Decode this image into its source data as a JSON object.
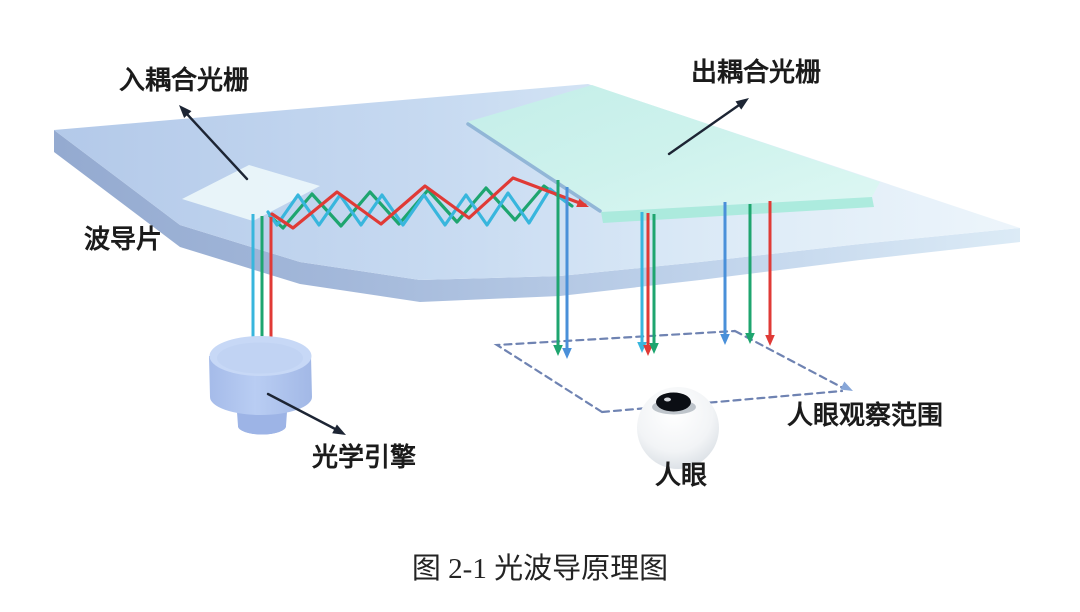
{
  "diagram": {
    "caption": "图 2-1 光波导原理图",
    "labels": {
      "input_grating": "入耦合光栅",
      "output_grating": "出耦合光栅",
      "waveguide": "波导片",
      "optical_engine": "光学引擎",
      "eye_box": "人眼观察范围",
      "eye": "人眼"
    },
    "colors": {
      "ray_red": "#e03a36",
      "ray_green": "#1ea56f",
      "ray_cyan": "#38b6dd",
      "ray_blue": "#4a90d9",
      "slab_top": "#b8cdeb",
      "slab_side": "#9cb2d6",
      "grating_fill": "#c9f1ea",
      "grating_edge": "#a6eada",
      "grating_border": "#8fb4d6",
      "input_grating_fill": "#eaf6fa",
      "eyebox_dash": "#6f83b2",
      "eyebox_arrow": "#87a6d8",
      "annotation_arrow": "#1d2534",
      "engine_body": "#aec3ee",
      "eye_sphere": "#e8ecf0",
      "pupil": "#0b0e14",
      "text": "#1b1b1b"
    }
  }
}
